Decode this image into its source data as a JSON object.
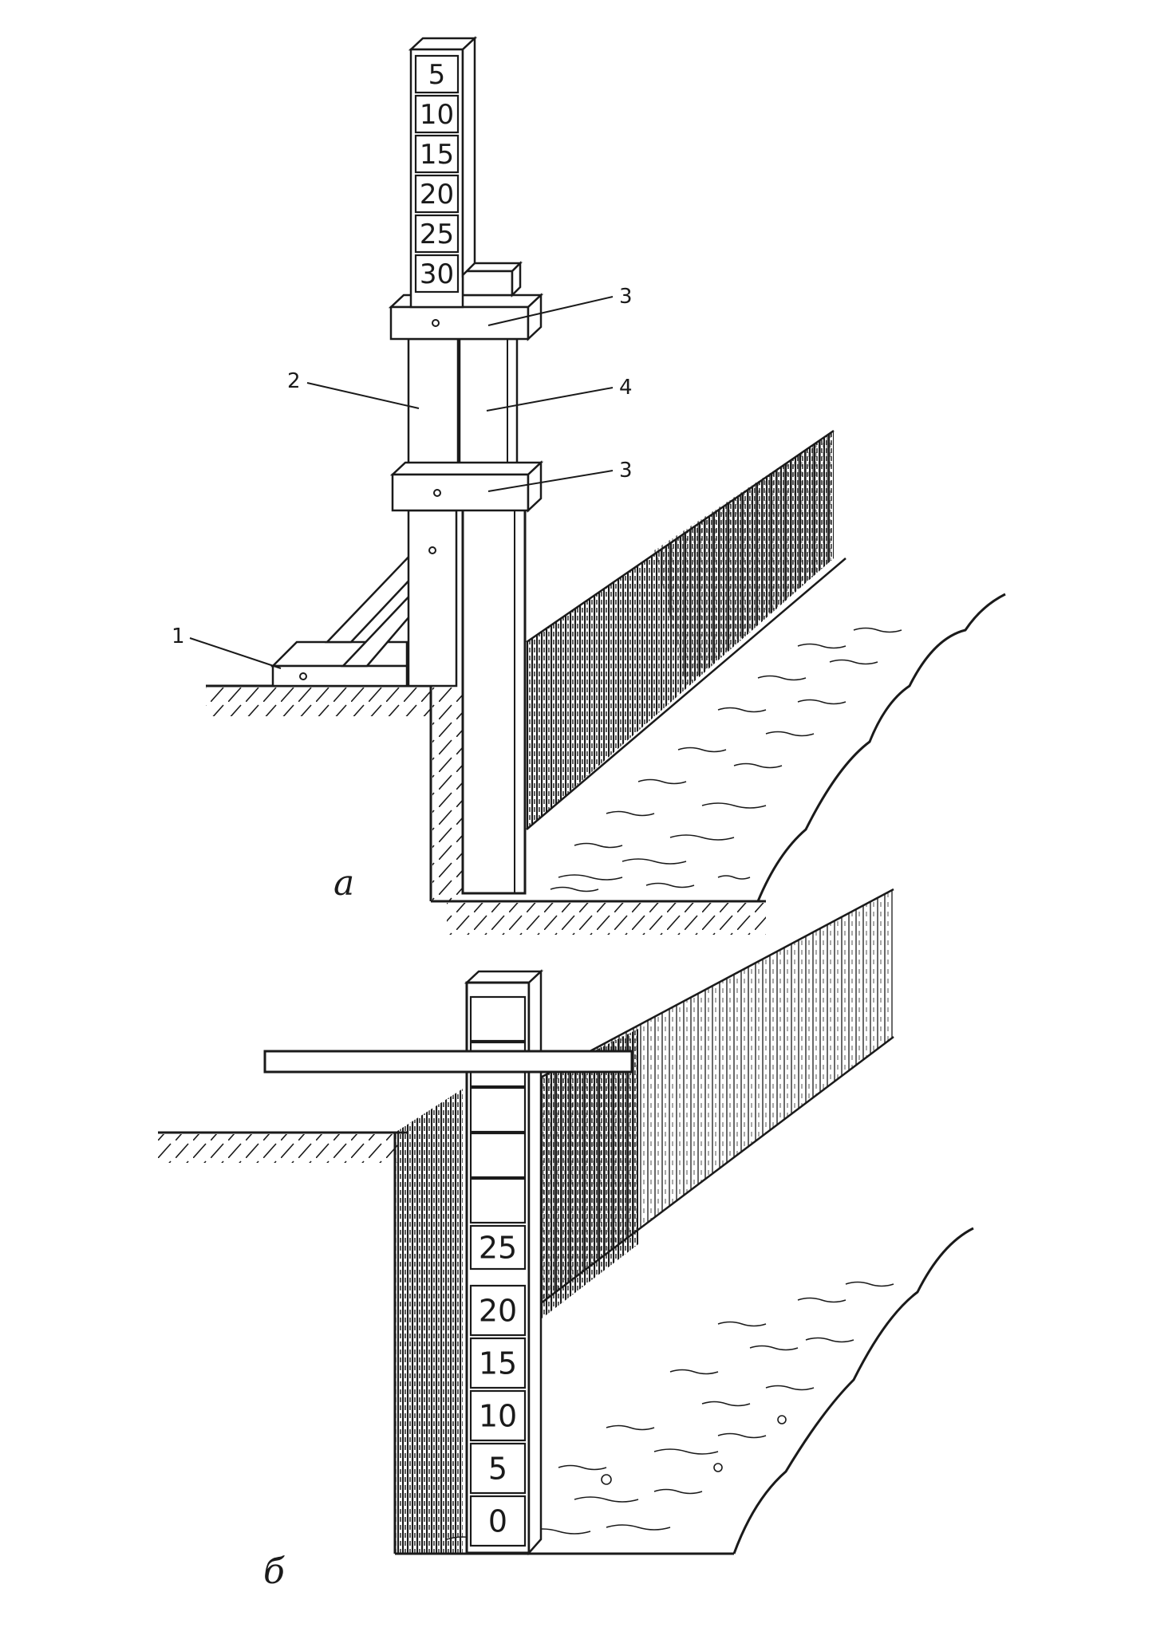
{
  "colors": {
    "ink": "#1a1a1a",
    "paper": "#ffffff",
    "shade": "#3a3a3a"
  },
  "figure_a": {
    "caption": "а",
    "scale_marks": [
      "5",
      "10",
      "15",
      "20",
      "25",
      "30"
    ],
    "callouts": [
      "1",
      "2",
      "3",
      "3",
      "4"
    ]
  },
  "figure_b": {
    "caption": "б",
    "scale_marks": [
      "25",
      "20",
      "15",
      "10",
      "5",
      "0"
    ]
  }
}
